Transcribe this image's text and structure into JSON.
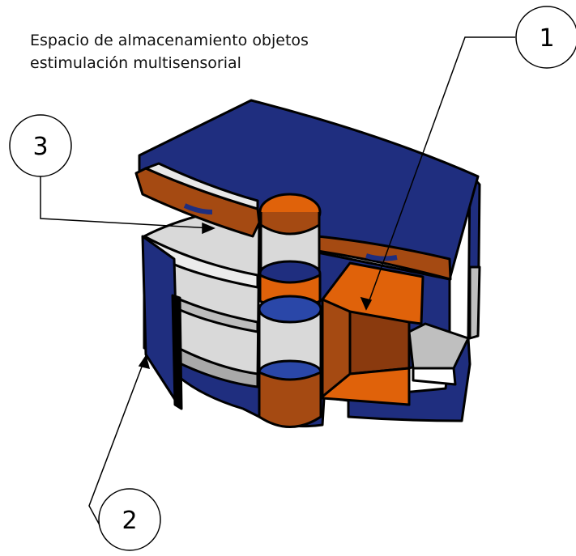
{
  "title": {
    "line1": "Espacio de almacenamiento objetos",
    "line2": "estimulación multisensorial"
  },
  "callouts": [
    {
      "id": "1",
      "label": "1"
    },
    {
      "id": "2",
      "label": "2"
    },
    {
      "id": "3",
      "label": "3"
    }
  ],
  "colors": {
    "navy": "#1f2e7f",
    "navy_dark": "#15205c",
    "orange": "#e0620a",
    "orange_dark": "#8a3a0e",
    "brown": "#a54a12",
    "light_gray": "#d9d9d9",
    "mid_gray": "#a9a9a9",
    "blue_liquid": "#2a47a8"
  }
}
